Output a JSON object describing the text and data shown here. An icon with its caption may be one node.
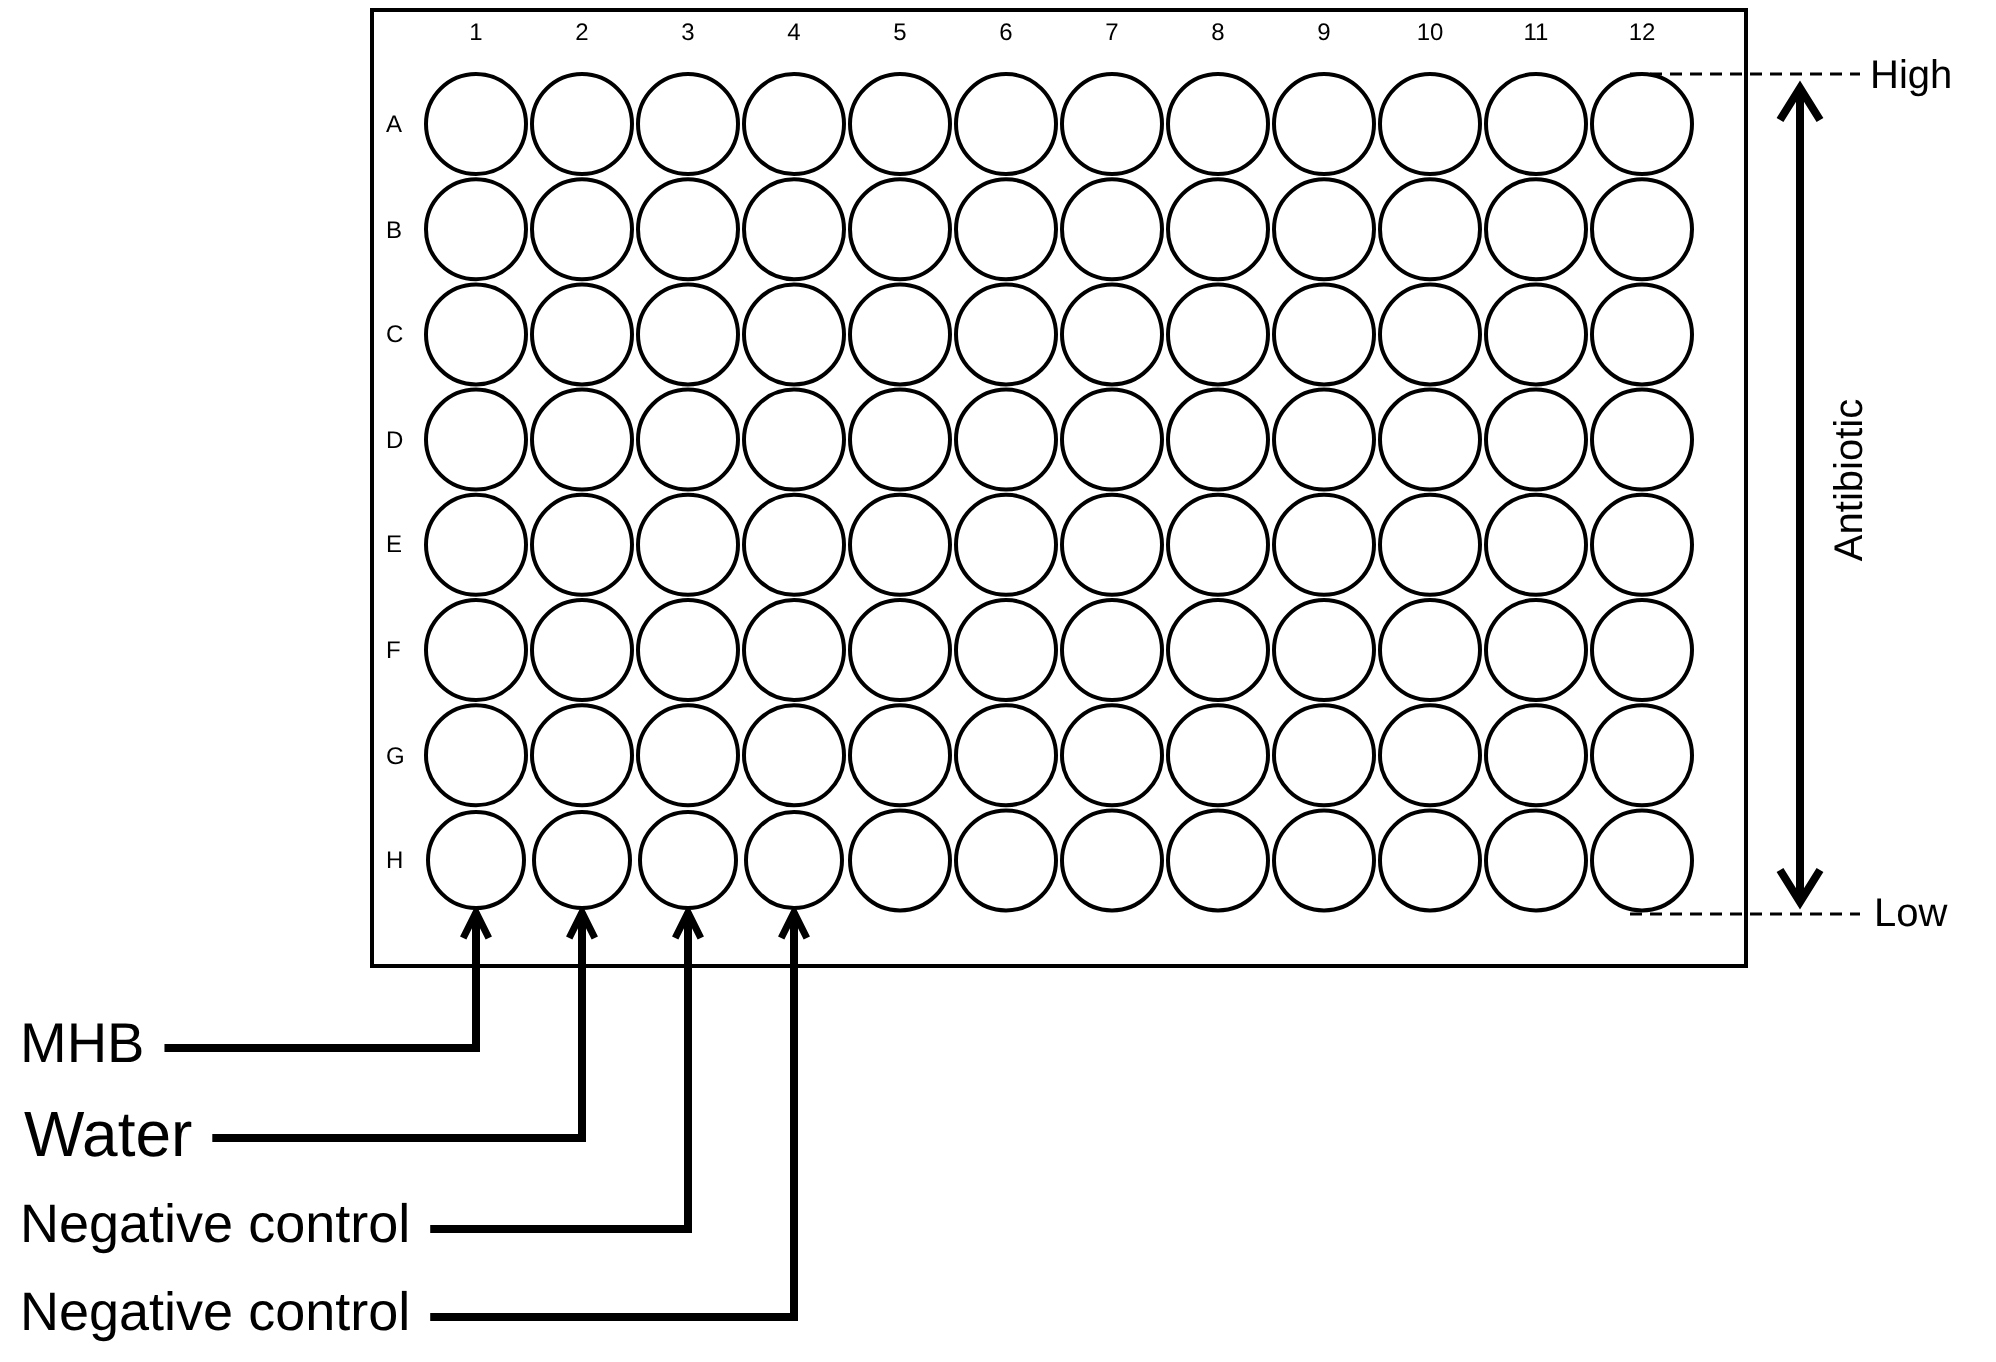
{
  "diagram": {
    "nodes": [
      {
        "text": [
          "MHB"
        ]
      },
      {
        "text": [
          "Water"
        ]
      },
      {
        "text": [
          "Negative control"
        ]
      },
      {
        "text": [
          "Negative control"
        ]
      },
      {
        "text": [],
        "shape": "circle"
      },
      {
        "text": [],
        "shape": "circle"
      },
      {
        "text": [],
        "shape": "circle"
      },
      {
        "text": [],
        "shape": "circle"
      }
    ],
    "edges": [
      {
        "from": 0,
        "to": 4,
        "arrow": "to"
      },
      {
        "from": 1,
        "to": 5,
        "arrow": "to"
      },
      {
        "from": 2,
        "to": 6,
        "arrow": "to"
      },
      {
        "from": 3,
        "to": 7,
        "arrow": "to"
      }
    ],
    "labels": [
      "1",
      "2",
      "3",
      "4",
      "5",
      "6",
      "7",
      "8",
      "9",
      "10",
      "11",
      "12",
      "High",
      "A",
      "B",
      "C",
      "D",
      "E",
      "F",
      "G",
      "H",
      "Antibiotic",
      "Low"
    ]
  }
}
